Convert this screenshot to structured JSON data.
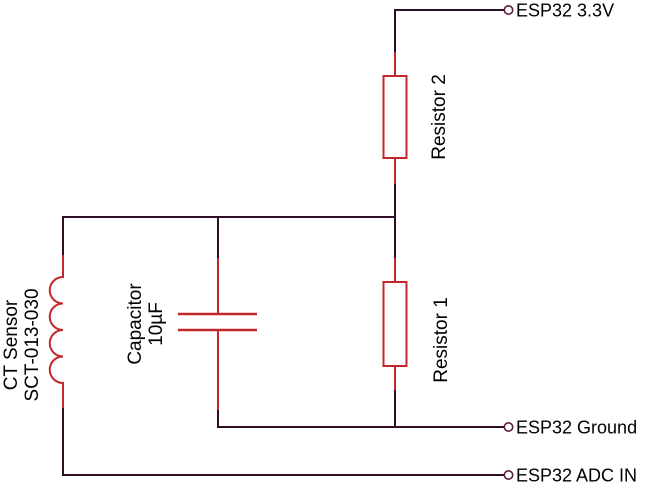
{
  "colors": {
    "background": "#ffffff",
    "wire_dark": "#2e0e26",
    "component_red": "#c2282a",
    "terminal_outline": "#5d1c3c",
    "text": "#000000"
  },
  "terminals": {
    "power": {
      "label": "ESP32 3.3V"
    },
    "ground": {
      "label": "ESP32 Ground"
    },
    "adc": {
      "label": "ESP32 ADC IN"
    }
  },
  "components": {
    "resistor2": {
      "label": "Resistor 2"
    },
    "resistor1": {
      "label": "Resistor 1"
    },
    "capacitor": {
      "name": "Capacitor",
      "value": "10µF"
    },
    "ct_sensor": {
      "name": "CT Sensor",
      "model": "SCT-013-030"
    }
  }
}
